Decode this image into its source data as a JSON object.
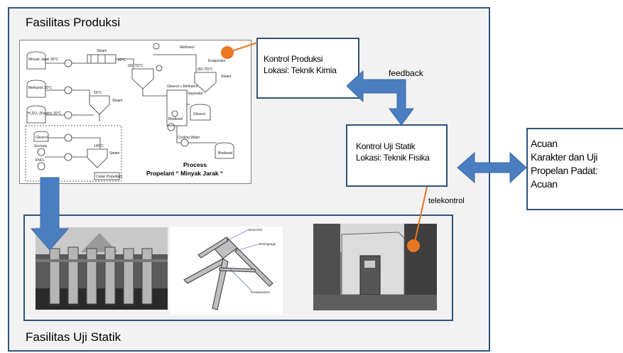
{
  "facilities": {
    "production_title": "Fasilitas Produksi",
    "static_test_title": "Fasilitas Uji Statik"
  },
  "process_diagram": {
    "caption_line1": "Process",
    "caption_line2": "Propelant “ Minyak Jarak “",
    "labels": {
      "minyak_jarak": "Minyak Jarak 30°C",
      "methanol": "Methanol 30°C",
      "h2so4": "H₂SO₄ (Katalis) 30°C",
      "steam_top": "Steam",
      "temp_60": "60°C",
      "methanol_top": "Methanol",
      "temp_6070a": "(60-70)°C",
      "temp_50": "50°C",
      "steam_mid": "Steam",
      "gliserol_metanol": "Gliserol + Methanol",
      "temp_6070b": "(60-70)°C",
      "steam_right": "Steam",
      "evaporator": "Evaporator",
      "separator": "Separator",
      "biodiesel": "Biodiesel",
      "gliserol_right": "Gliserol",
      "cooling_water": "Cooling Water",
      "biodiesel_out": "Biodiesel",
      "gliserol_left": "Gliserol",
      "sucrose": "Sucrose",
      "kno3": "KNO₃",
      "temp_140": "140°C",
      "steam_bottom": "Steam",
      "cetak": "Cetak Propellant"
    }
  },
  "controls": {
    "production": {
      "line1": "Kontrol Produksi",
      "line2": "Lokasi: Teknik Kimia"
    },
    "static_test": {
      "line1": "Kontrol Uji Statik",
      "line2": "Lokasi: Teknik Fisika"
    }
  },
  "reference": {
    "line1": "Acuan",
    "line2": "Karakter dan Uji",
    "line3": "Propelan Padat:",
    "line4": "Acuan"
  },
  "connections": {
    "feedback_label": "feedback",
    "telekontrol_label": "telekontrol"
  },
  "test_stand_labels": {
    "sensor": "Sensor/ss",
    "straingauge": "Straingauge",
    "penahan": "Penahan/tem"
  },
  "colors": {
    "border_blue": "#2f5379",
    "arrow_blue": "#4a7ec0",
    "orange": "#e87722",
    "panel_gray": "#f2f2f2"
  }
}
